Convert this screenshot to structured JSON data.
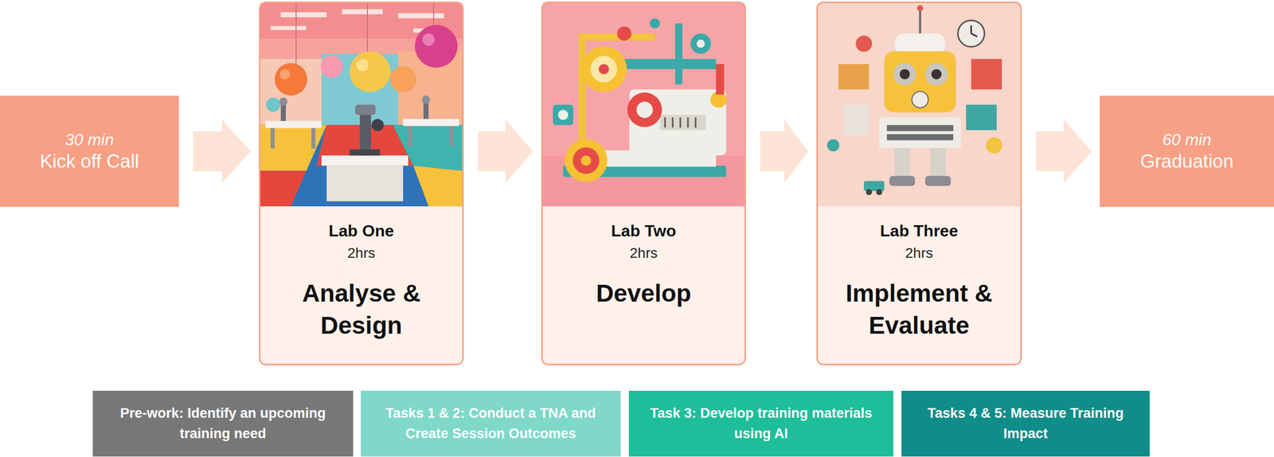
{
  "diagram": {
    "nodes": [
      {
        "text": [
          "30 min",
          "Kick off Call"
        ]
      },
      {
        "text": [
          "Lab One",
          "2hrs",
          "Analyse & Design"
        ]
      },
      {
        "text": [
          "Lab Two",
          "2hrs",
          "Develop"
        ]
      },
      {
        "text": [
          "Lab Three",
          "2hrs",
          "Implement & Evaluate"
        ]
      },
      {
        "text": [
          "60 min",
          "Graduation"
        ]
      },
      {
        "text": [
          "Pre-work: Identify an upcoming training need"
        ]
      },
      {
        "text": [
          "Tasks 1 & 2: Conduct a TNA and Create Session Outcomes"
        ]
      },
      {
        "text": [
          "Task 3: Develop training materials using AI"
        ]
      },
      {
        "text": [
          "Tasks 4 & 5: Measure Training Impact"
        ]
      }
    ],
    "edges": [
      {
        "from": 0,
        "to": 1,
        "arrow": "to"
      },
      {
        "from": 1,
        "to": 2,
        "arrow": "to"
      },
      {
        "from": 2,
        "to": 3,
        "arrow": "to"
      },
      {
        "from": 3,
        "to": 4,
        "arrow": "to"
      }
    ]
  }
}
